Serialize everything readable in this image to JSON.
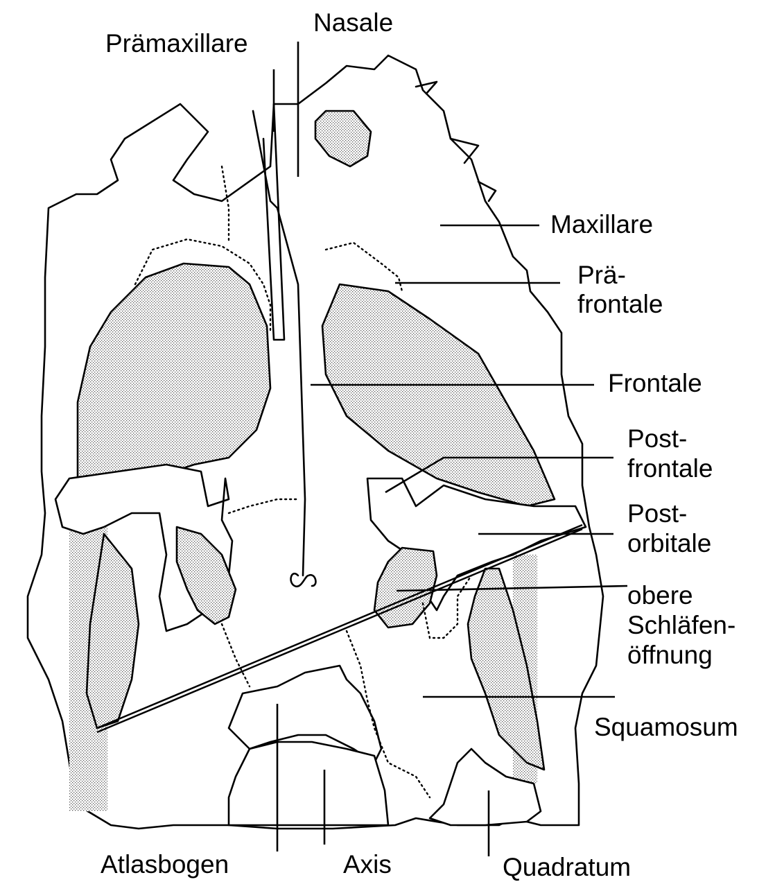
{
  "labels": {
    "praemaxillare": "Prämaxillare",
    "nasale": "Nasale",
    "maxillare": "Maxillare",
    "praefrontale_1": "Prä-",
    "praefrontale_2": "frontale",
    "frontale": "Frontale",
    "postfrontale_1": "Post-",
    "postfrontale_2": "frontale",
    "postorbitale_1": "Post-",
    "postorbitale_2": "orbitale",
    "schlaefen_1": "obere",
    "schlaefen_2": "Schläfen-",
    "schlaefen_3": "öffnung",
    "squamosum": "Squamosum",
    "atlasbogen": "Atlasbogen",
    "axis": "Axis",
    "quadratum": "Quadratum"
  }
}
